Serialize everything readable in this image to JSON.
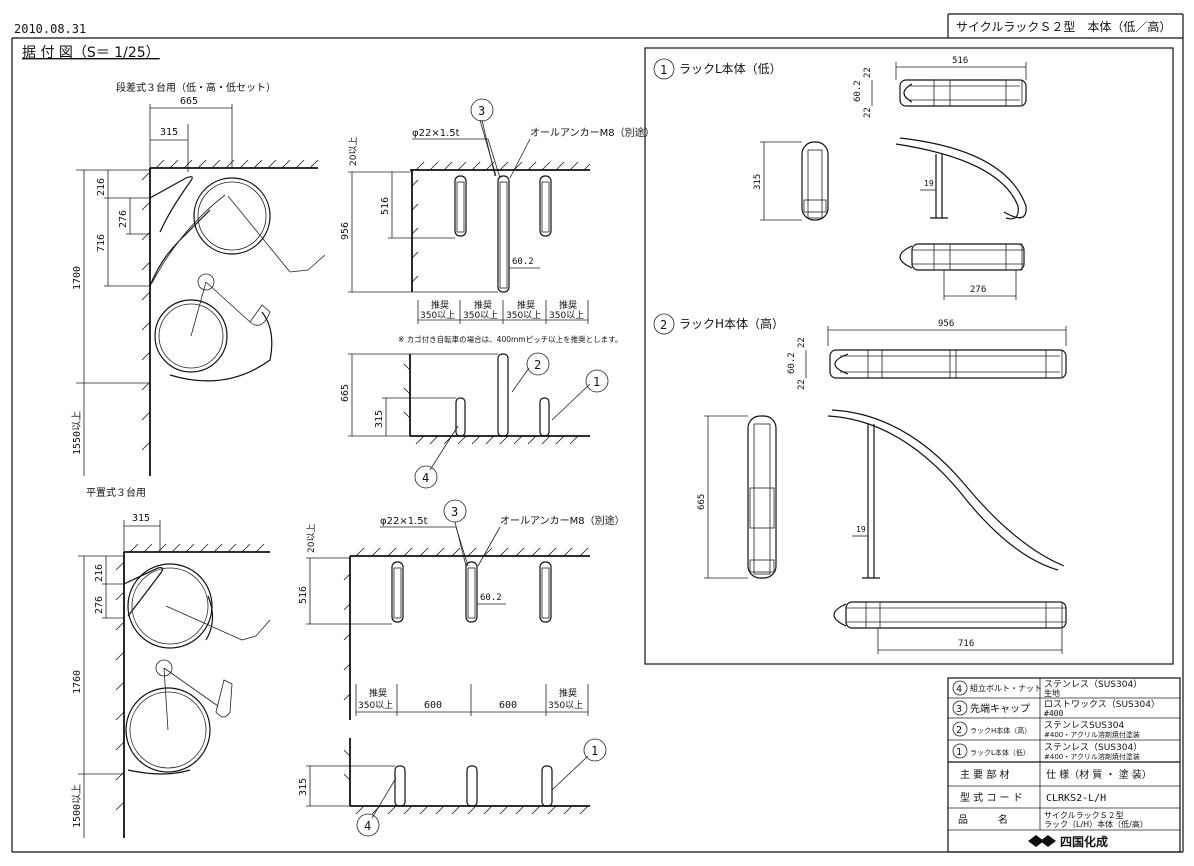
{
  "header": {
    "date": "2010.08.31",
    "doc_title": "サイクルラックＳ２型　本体（低／高）",
    "drawing_title": "据 付 図（S＝ 1/25）"
  },
  "left_views": {
    "top_title": "段差式３台用（低・高・低セット）",
    "top_dims": {
      "width_665": "665",
      "width_315": "315",
      "h_216": "216",
      "h_276": "276",
      "h_716": "716",
      "h_1700": "1700",
      "h_1550": "1550以上"
    },
    "bottom_title": "平置式３台用",
    "bottom_dims": {
      "width_315": "315",
      "h_216": "216",
      "h_276": "276",
      "h_1760": "1760",
      "h_1500": "1500以上"
    }
  },
  "middle_views": {
    "pipe_spec": "φ22×1.5t",
    "anchor_spec": "オールアンカーM8（別途）",
    "dim_20": "20以上",
    "dim_956": "956",
    "dim_516": "516",
    "dim_60_2": "60.2",
    "dim_665": "665",
    "dim_315": "315",
    "rec_label": "推奨",
    "rec_350": "350以上",
    "dim_600": "600",
    "note": "※ カゴ付き自転車の場合は、400mmピッチ以上を推奨とします。"
  },
  "detail_panel": {
    "title_low": "ラックL本体（低）",
    "title_high": "ラックH本体（高）",
    "low_dims": {
      "d516": "516",
      "d22a": "22",
      "d602": "60.2",
      "d22b": "22",
      "d315": "315",
      "d19": "19",
      "d276": "276"
    },
    "high_dims": {
      "d956": "956",
      "d22a": "22",
      "d602": "60.2",
      "d22b": "22",
      "d665": "665",
      "d19": "19",
      "d716": "716"
    }
  },
  "balloons": {
    "b1": "1",
    "b2": "2",
    "b3": "3",
    "b4": "4"
  },
  "parts_table": {
    "rows": [
      {
        "num": "4",
        "part": "組立ボルト・ナット",
        "spec1": "ステンレス（SUS304）",
        "spec2": "生地"
      },
      {
        "num": "3",
        "part": "先端キャップ",
        "spec1": "ロストワックス（SUS304）",
        "spec2": "#400"
      },
      {
        "num": "2",
        "part": "ラックH本体（高）",
        "spec1": "ステンレスSUS304",
        "spec2": "#400・アクリル溶剤焼付塗装"
      },
      {
        "num": "1",
        "part": "ラックL本体（低）",
        "spec1": "ステンレス（SUS304）",
        "spec2": "#400・アクリル溶剤焼付塗装"
      }
    ],
    "hdr_part": "主 要 部 材",
    "hdr_spec": "仕 様（材 質 ・ 塗 装）",
    "model_label": "型 式 コ ー ド",
    "model_code": "CLRKS2-L/H",
    "name_label": "品　　　名",
    "name_line1": "サイクルラックＳ２型",
    "name_line2": "ラック（L/H）本体（低/高）",
    "maker": "四国化成"
  }
}
